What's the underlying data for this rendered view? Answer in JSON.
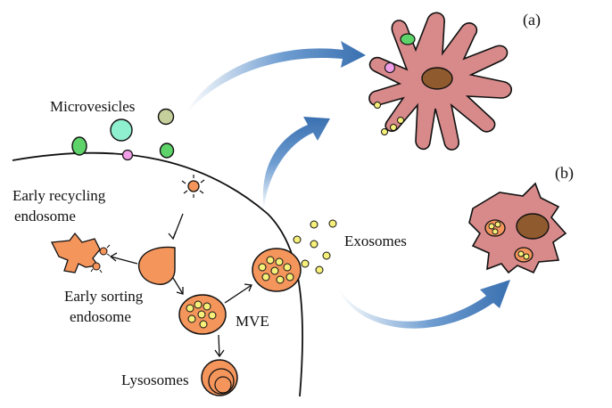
{
  "diagram": {
    "labels": {
      "microvesicles": "Microvesicles",
      "early_recycling_line1": "Early recycling",
      "early_recycling_line2": "endosome",
      "early_sorting_line1": "Early sorting",
      "early_sorting_line2": "endosome",
      "mve": "MVE",
      "lysosomes": "Lysosomes",
      "exosomes": "Exosomes",
      "panel_a": "(a)",
      "panel_b": "(b)"
    },
    "colors": {
      "cell_pink": "#d88a8a",
      "nucleus_brown": "#8e5a2e",
      "endosome_orange": "#f4955c",
      "exosome_yellow": "#f6f07a",
      "vesicle_green": "#5ed36a",
      "vesicle_mint": "#8ff0cf",
      "vesicle_sage": "#c5cf9c",
      "vesicle_pink": "#f09ee8",
      "arrow_blue": "#4a80bd"
    },
    "icons": [
      "cell-membrane-arc",
      "curved-blue-arrow",
      "dendritic-cell",
      "macrophage-cell"
    ]
  }
}
